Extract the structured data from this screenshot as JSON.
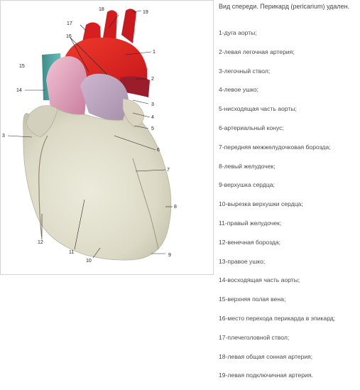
{
  "caption": "Вид спереди. Перикард (pericarium) удален.",
  "legend": [
    "1-дуга аорты;",
    "2-левая легочная артерия;",
    "3-легочный ствол;",
    "4-левое ушко;",
    "5-нисходящая часть аорты;",
    "6-артериальный конус;",
    "7-передняя межжелудочковая борозда;",
    "8-левый желудочек;",
    "9-верхушка сердца;",
    "10-вырезка верхушки сердца;",
    "11-правый желудочек;",
    "12-венечная борозда;",
    "13-правое ушко;",
    "14-восходящая часть аорты;",
    "15-верхняя полая вена;",
    "16-место перехода перикарда в эпикард;",
    "17-плечеголовной ствол;",
    "18-левая общая сонная артерия;",
    "19-левая подключичная артерия."
  ],
  "figure_numbers": {
    "n1": "1",
    "n2": "2",
    "n3": "3",
    "n3b": "3",
    "n4": "4",
    "n5": "5",
    "n6": "6",
    "n7": "7",
    "n8": "8",
    "n9": "9",
    "n10": "10",
    "n11": "11",
    "n12": "12",
    "n14": "14",
    "n15": "15",
    "n16": "16",
    "n17": "17",
    "n18": "18",
    "n19": "19"
  },
  "colors": {
    "aorta": "#e0201c",
    "pulmonary_trunk": "#e8a8c0",
    "vena_cava": "#4fa3a0",
    "myocardium": "#e3e1cf",
    "border": "#d4d4d4"
  }
}
